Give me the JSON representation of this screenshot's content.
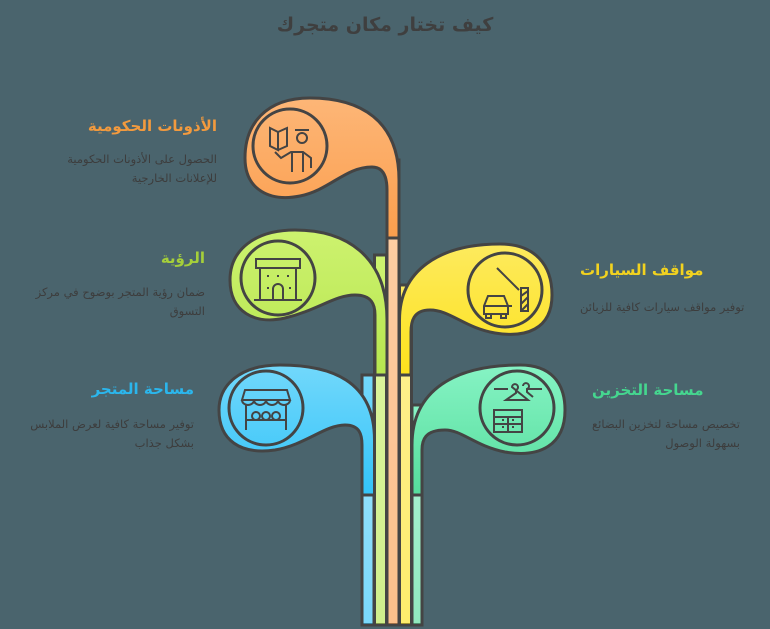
{
  "title": "كيف تختار مكان متجرك",
  "colors": {
    "background": "#4a646d",
    "outline": "#444444",
    "orange": "#fda964",
    "green": "#c3ee63",
    "blue": "#62cffa",
    "yellow": "#fde64b",
    "teal": "#7aefb9"
  },
  "items": [
    {
      "side": "left",
      "color": "orange",
      "label": "الأذونات الحكومية",
      "description_lines": [
        "الحصول على الأذونات الحكومية",
        "للإعلانات الخارجية"
      ],
      "icon": "permit-officer-icon",
      "label_color": "#f29a3e"
    },
    {
      "side": "left",
      "color": "green",
      "label": "الرؤية",
      "description_lines": [
        "ضمان رؤية المتجر بوضوح في مركز",
        "التسوق"
      ],
      "icon": "storefront-building-icon",
      "label_color": "#a5cf3a"
    },
    {
      "side": "right",
      "color": "yellow",
      "label": "مواقف السيارات",
      "description_lines": [
        "توفير مواقف سيارات كافية للزبائن"
      ],
      "icon": "car-parking-barrier-icon",
      "label_color": "#f2d21f"
    },
    {
      "side": "left",
      "color": "blue",
      "label": "مساحة المتجر",
      "description_lines": [
        "توفير مساحة كافية لعرض الملابس",
        "بشكل جذاب"
      ],
      "icon": "market-stall-icon",
      "label_color": "#2bb6ec"
    },
    {
      "side": "right",
      "color": "teal",
      "label": "مساحة التخزين",
      "description_lines": [
        "تخصيص مساحة لتخزين البضائع",
        "بسهولة الوصول"
      ],
      "icon": "hanger-drawer-storage-icon",
      "label_color": "#45d68f"
    }
  ]
}
